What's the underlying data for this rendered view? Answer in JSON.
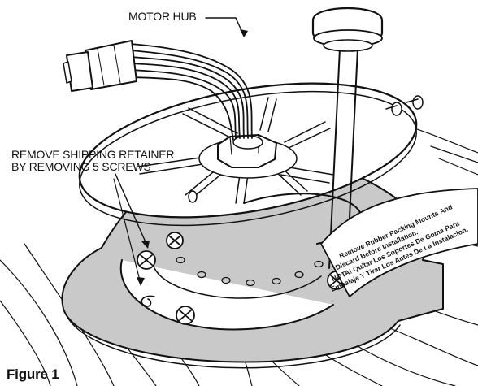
{
  "labels": {
    "motor_hub": "MOTOR HUB",
    "retainer_line1": "REMOVE SHIPPING RETAINER",
    "retainer_line2": "BY REMOVING 5 SCREWS",
    "figure_caption": "Figure 1"
  },
  "warning_tag": {
    "line1": "Remove Rubber Packing Mounts And",
    "line2": "Discard Before Installation.",
    "line3": "NOTA! Quitar Los Soportes De Goma Para",
    "line4": "Embalaje Y Tirar Los Antes De La Instalacion."
  },
  "colors": {
    "ink": "#111111",
    "retainer_fill": "#c9c9c9",
    "paper": "#ffffff"
  }
}
